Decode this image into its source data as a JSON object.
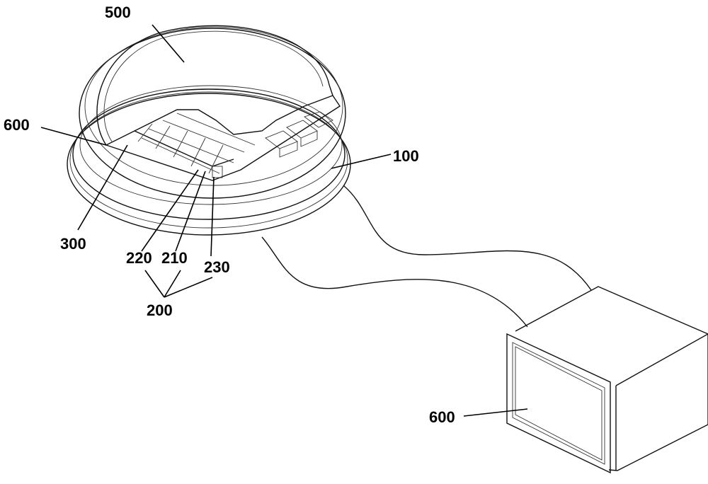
{
  "figure": {
    "labels": {
      "cover": "500",
      "side_panel": "600",
      "base": "100",
      "frame": "300",
      "cell_220": "220",
      "cell_210": "210",
      "cell_230": "230",
      "module_group": "200",
      "display_box": "600"
    }
  }
}
